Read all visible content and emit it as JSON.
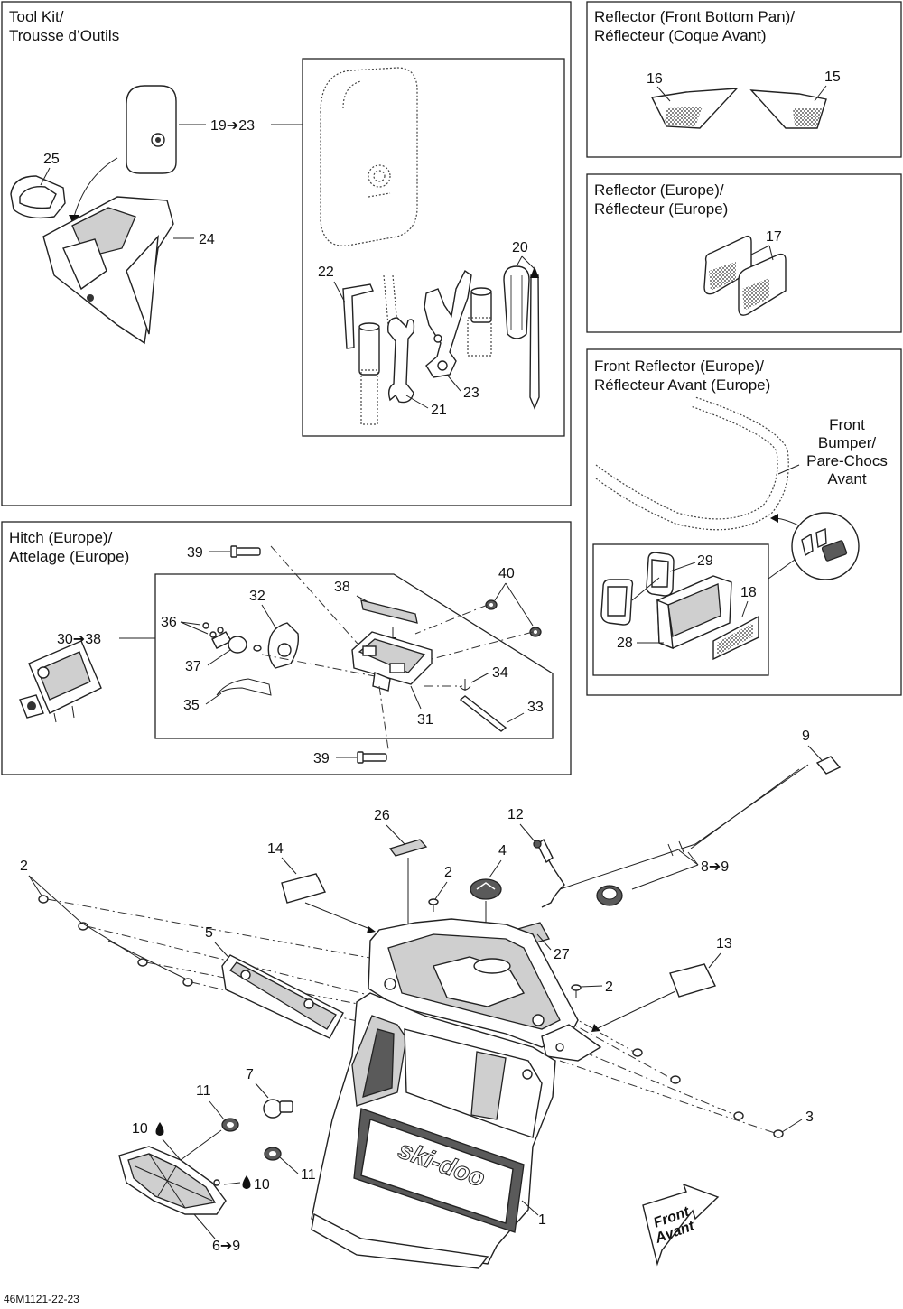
{
  "panels": {
    "toolkit": {
      "title1": "Tool Kit/",
      "title2": "Trousse d’Outils"
    },
    "reflector_pan": {
      "title1": "Reflector (Front Bottom Pan)/",
      "title2": "Réflecteur (Coque Avant)"
    },
    "reflector_eu": {
      "title1": "Reflector (Europe)/",
      "title2": "Réflecteur (Europe)"
    },
    "front_reflector_eu": {
      "title1": "Front Reflector (Europe)/",
      "title2": "Réflecteur Avant (Europe)",
      "bumper1": "Front",
      "bumper2": "Bumper/",
      "bumper3": "Pare-Chocs",
      "bumper4": "Avant"
    },
    "hitch": {
      "title1": "Hitch (Europe)/",
      "title2": "Attelage (Europe)"
    }
  },
  "callouts": {
    "c19_23": "19➔23",
    "c25": "25",
    "c24": "24",
    "c22": "22",
    "c20": "20",
    "c21": "21",
    "c23": "23",
    "c16": "16",
    "c15": "15",
    "c17": "17",
    "c29": "29",
    "c18": "18",
    "c28": "28",
    "c39a": "39",
    "c40": "40",
    "c38": "38",
    "c32": "32",
    "c36": "36",
    "c30_38": "30➔38",
    "c37": "37",
    "c34": "34",
    "c35": "35",
    "c31": "31",
    "c33": "33",
    "c39b": "39",
    "c9": "9",
    "c26": "26",
    "c12": "12",
    "c14": "14",
    "c4": "4",
    "c8_9": "8➔9",
    "c2a": "2",
    "c2b": "2",
    "c2c": "2",
    "c5": "5",
    "c27": "27",
    "c13": "13",
    "c3": "3",
    "c7": "7",
    "c11a": "11",
    "c10a": "10",
    "c11b": "11",
    "c10b": "10",
    "c1": "1",
    "c6_9": "6➔9"
  },
  "labels": {
    "brand": "ski-doo",
    "front1": "Front",
    "front2": "Avant",
    "drawing_id": "46M1121-22-23"
  }
}
